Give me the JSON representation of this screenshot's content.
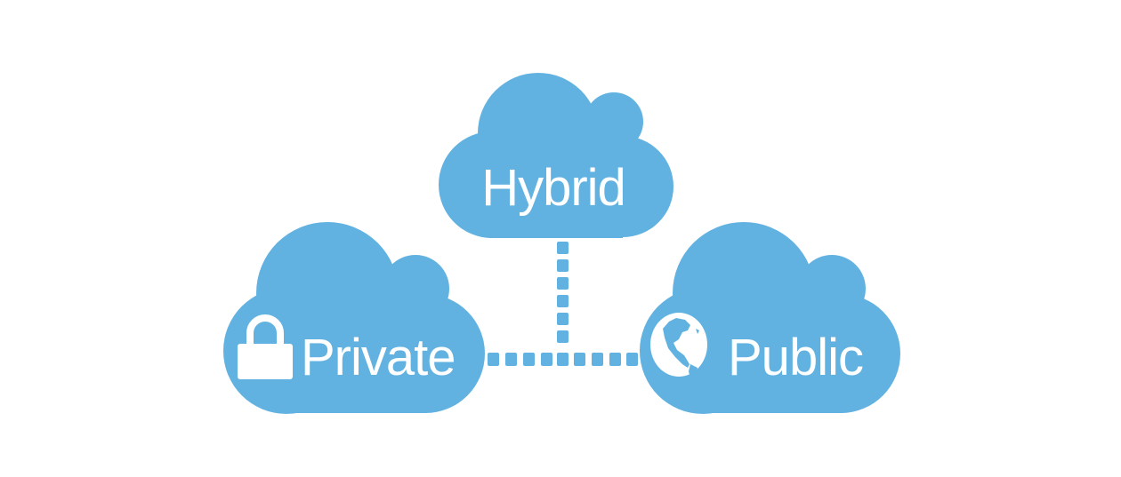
{
  "diagram": {
    "nodes": [
      {
        "id": "hybrid",
        "label": "Hybrid"
      },
      {
        "id": "private",
        "label": "Private",
        "icon": "lock-icon"
      },
      {
        "id": "public",
        "label": "Public",
        "icon": "globe-icon"
      }
    ],
    "edges": [
      {
        "from": "hybrid",
        "to": "private-public-link",
        "style": "dotted"
      },
      {
        "from": "private",
        "to": "public",
        "style": "dotted"
      }
    ],
    "colors": {
      "cloud": "#62B2E1",
      "text": "#FFFFFF",
      "background": "#FFFFFF"
    }
  }
}
